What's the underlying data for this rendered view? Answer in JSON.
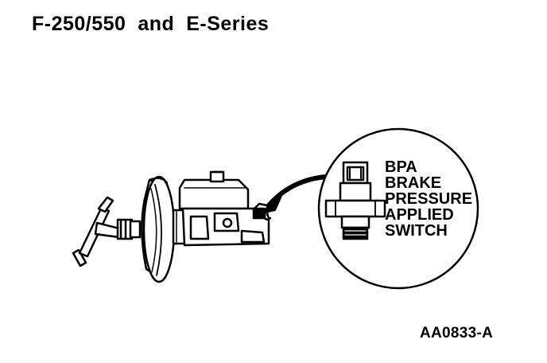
{
  "title": "F-250/550  and  E-Series",
  "figure_id": "AA0833-A",
  "callout": {
    "lines": [
      "BPA",
      "BRAKE",
      "PRESSURE",
      "APPLIED",
      "SWITCH"
    ]
  },
  "colors": {
    "ink": "#000000",
    "paper": "#ffffff"
  }
}
